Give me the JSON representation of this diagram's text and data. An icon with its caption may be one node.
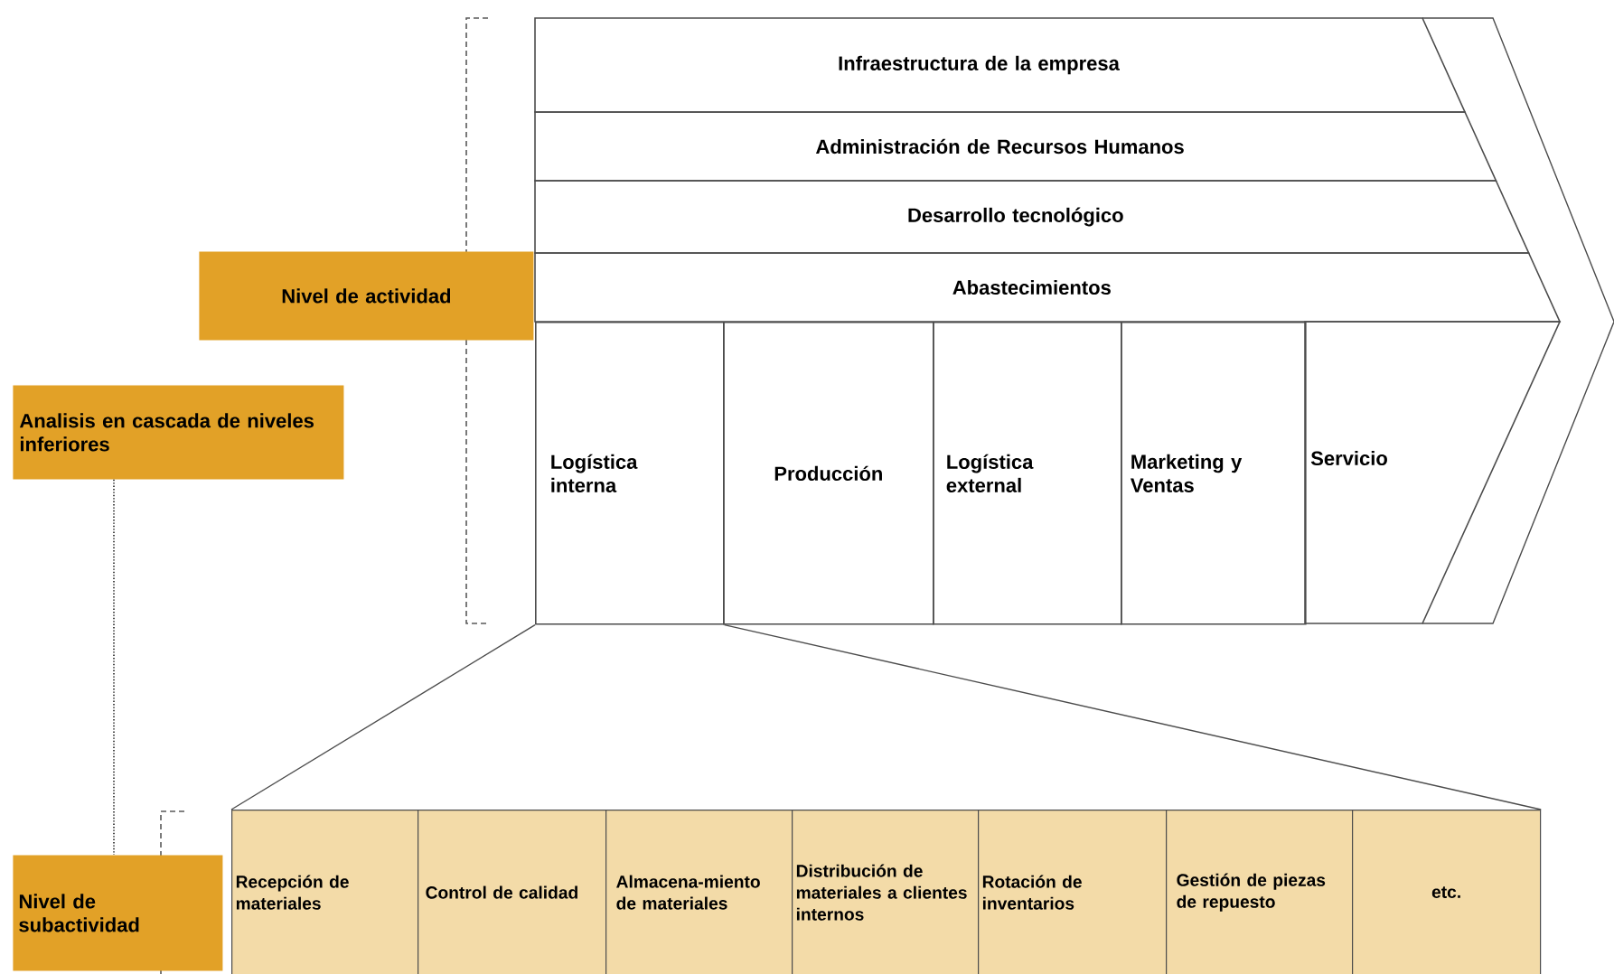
{
  "diagram": {
    "nodes": [
      {
        "text": [
          "Nivel de actividad"
        ]
      },
      {
        "text": [
          "Analisis en cascada de niveles inferiores"
        ]
      },
      {
        "text": [
          "Nivel de subactividad"
        ]
      },
      {
        "text": [
          "Infraestructura de la empresa"
        ]
      },
      {
        "text": [
          "Administración de Recursos Humanos"
        ]
      },
      {
        "text": [
          "Desarrollo tecnológico"
        ]
      },
      {
        "text": [
          "Abastecimientos"
        ]
      },
      {
        "text": [
          "Logística interna"
        ]
      },
      {
        "text": [
          "Producción"
        ]
      },
      {
        "text": [
          "Logística external"
        ]
      },
      {
        "text": [
          "Marketing y Ventas"
        ]
      },
      {
        "text": [
          "Servicio"
        ]
      },
      {
        "text": [
          "Recepción de materiales"
        ]
      },
      {
        "text": [
          "Control de calidad"
        ]
      },
      {
        "text": [
          "Almacena-miento de materiales"
        ]
      },
      {
        "text": [
          "Distribución de materiales a clientes internos"
        ]
      },
      {
        "text": [
          "Rotación de inventarios"
        ]
      },
      {
        "text": [
          "Gestión de piezas de repuesto"
        ]
      },
      {
        "text": [
          "etc."
        ]
      }
    ],
    "edges": [
      {
        "from": 1,
        "to": 2,
        "arrow": "none",
        "style": "dashed"
      },
      {
        "from": 7,
        "to": 12,
        "arrow": "none"
      },
      {
        "from": 7,
        "to": 18,
        "arrow": "none"
      }
    ]
  }
}
